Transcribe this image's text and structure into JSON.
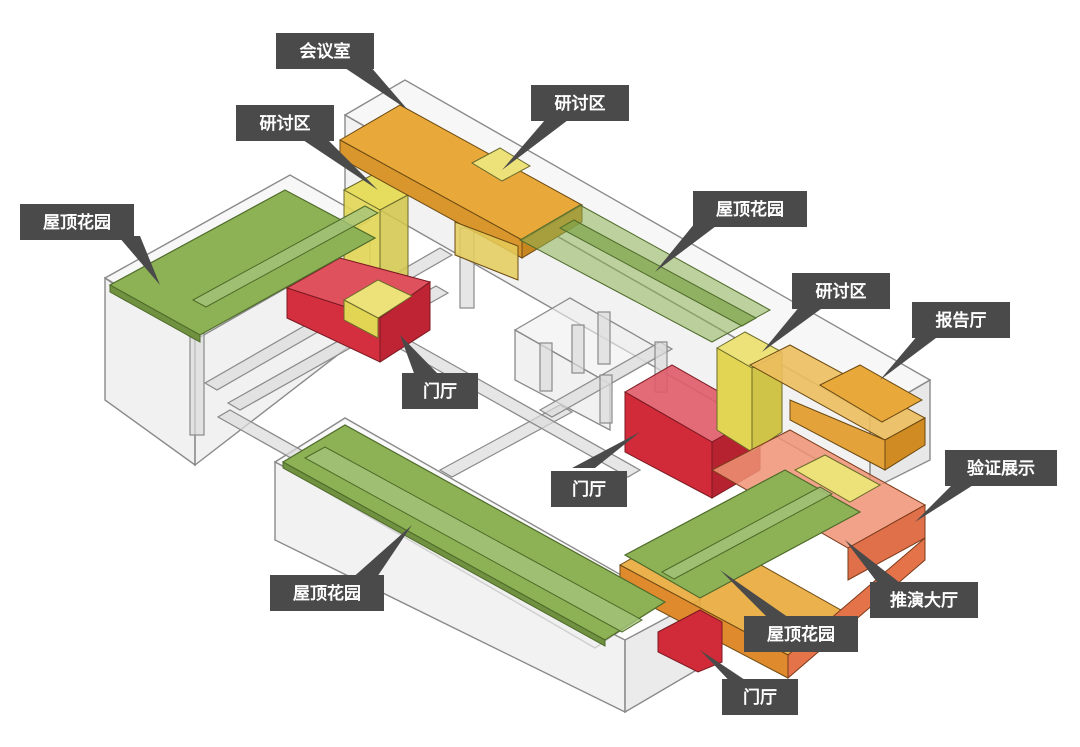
{
  "colors": {
    "meeting": "#E9A93A",
    "discussion": "#E6DC5E",
    "garden": "#8DB255",
    "lobby": "#D12B3A",
    "lecture": "#E9A93A",
    "exhibition": "#E9784E",
    "shell": "#EDEDED",
    "callout": "#4A4A4A"
  },
  "labels": {
    "meeting_room": "会议室",
    "discussion_top": "研讨区",
    "discussion_left": "研讨区",
    "discussion_right": "研讨区",
    "garden_left": "屋顶花园",
    "garden_mid": "屋顶花园",
    "garden_bottom": "屋顶花园",
    "garden_right": "屋顶花园",
    "lecture_hall": "报告厅",
    "lobby_left": "门厅",
    "lobby_center": "门厅",
    "lobby_bottom": "门厅",
    "exhibition": "验证展示",
    "presentation_hall": "推演大厅"
  }
}
